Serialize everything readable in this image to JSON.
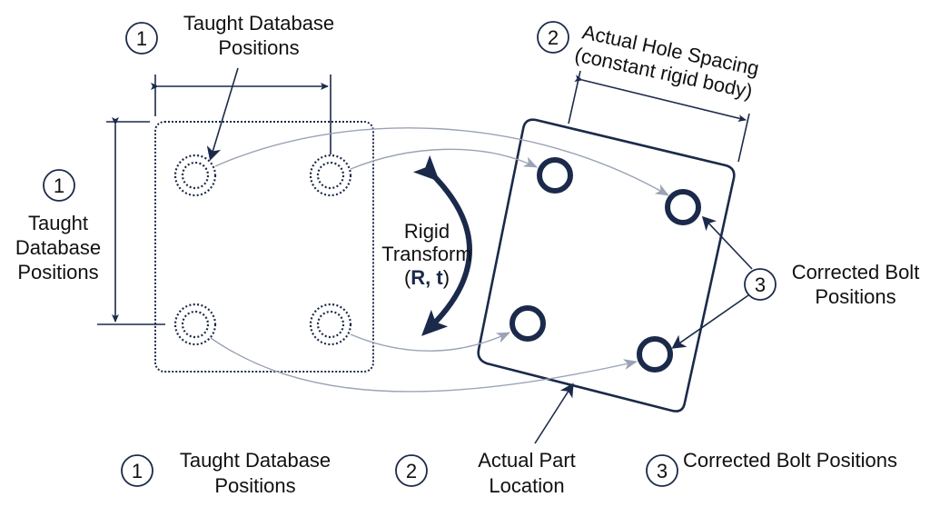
{
  "colors": {
    "navy": "#1b2a4a",
    "flow": "#9aa3b5",
    "text": "#111111",
    "background": "#ffffff"
  },
  "top_left_label": {
    "badge": "1",
    "line1": "Taught Database",
    "line2": "Positions"
  },
  "left_label": {
    "badge": "1",
    "line1": "Taught",
    "line2": "Database",
    "line3": "Positions"
  },
  "top_right_label": {
    "badge": "2",
    "line1": "Actual Hole Spacing",
    "line2": "(constant rigid body)"
  },
  "transform_label": {
    "line1": "Rigid",
    "line2": "Transform",
    "open": "(",
    "R": "R",
    "sep": ", ",
    "t": "t",
    "close": ")"
  },
  "right_label": {
    "badge": "3",
    "line1": "Corrected Bolt",
    "line2": "Positions"
  },
  "legend": [
    {
      "badge": "1",
      "line1": "Taught Database",
      "line2": "Positions"
    },
    {
      "badge": "2",
      "line1": "Actual Part",
      "line2": "Location"
    },
    {
      "badge": "3",
      "line1": "Corrected Bolt Positions"
    }
  ],
  "taught_holes": [
    "top-left",
    "top-right",
    "bottom-left",
    "bottom-right"
  ],
  "corrected_holes": [
    "top-left",
    "top-right",
    "bottom-left",
    "bottom-right"
  ]
}
